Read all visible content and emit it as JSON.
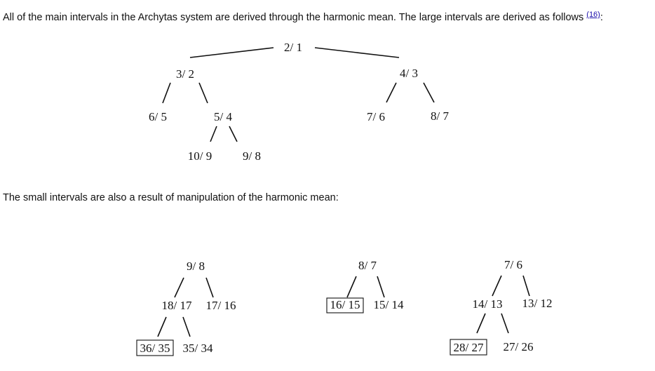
{
  "intro": {
    "text": "All of the main intervals in the Archytas system are derived through the harmonic mean. The large intervals are derived as follows ",
    "ref": "(16)",
    "suffix": ":"
  },
  "small_intro": "The small intervals are also a result of manipulation of the harmonic mean:",
  "large_tree": {
    "root": "2/ 1",
    "left": "3/ 2",
    "right": "4/ 3",
    "left_left": "6/ 5",
    "left_right": "5/ 4",
    "five_four_left": "10/ 9",
    "five_four_right": "9/ 8",
    "right_left": "7/ 6",
    "right_right": "8/ 7"
  },
  "small_trees": [
    {
      "root": "9/ 8",
      "mid_left": "18/ 17",
      "mid_right": "17/ 16",
      "leaf_boxed": "36/ 35",
      "leaf_right": "35/ 34"
    },
    {
      "root": "8/ 7",
      "leaf_boxed": "16/ 15",
      "leaf_right": "15/ 14"
    },
    {
      "root": "7/ 6",
      "mid_left": "14/ 13",
      "mid_right": "13/ 12",
      "leaf_boxed": "28/ 27",
      "leaf_right": "27/ 26"
    }
  ]
}
